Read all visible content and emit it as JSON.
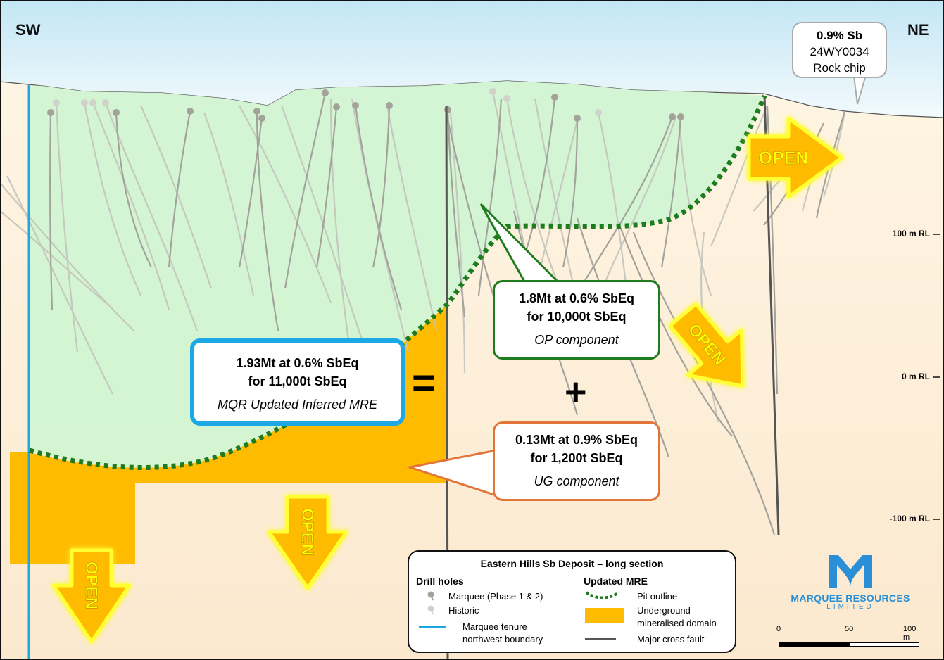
{
  "orientation": {
    "left": "SW",
    "right": "NE"
  },
  "rl_labels": [
    "100 m RL",
    "0 m RL",
    "-100 m RL"
  ],
  "rock_chip": {
    "line1": "0.9% Sb",
    "line2": "24WY0034",
    "line3": "Rock chip"
  },
  "total_callout": {
    "line1": "1.93Mt at 0.6% SbEq",
    "line2": "for 11,000t SbEq",
    "line3": "MQR Updated Inferred MRE",
    "border_color": "#1ba8e4"
  },
  "op_callout": {
    "line1": "1.8Mt at 0.6% SbEq",
    "line2": "for 10,000t SbEq",
    "line3": "OP component",
    "border_color": "#1e7b1e"
  },
  "ug_callout": {
    "line1": "0.13Mt at 0.9% SbEq",
    "line2": "for 1,200t SbEq",
    "line3": "UG component",
    "border_color": "#e2753a"
  },
  "equals_sign": "=",
  "plus_sign": "+",
  "open_label": "OPEN",
  "legend": {
    "title": "Eastern Hills Sb Deposit – long section",
    "drill_holes_heading": "Drill holes",
    "marquee_holes": "Marquee (Phase 1 & 2)",
    "historic_holes": "Historic",
    "tenure_line1": "Marquee tenure",
    "tenure_line2": "northwest boundary",
    "mre_heading": "Updated MRE",
    "pit_outline": "Pit outline",
    "underground_line1": "Underground",
    "underground_line2": "mineralised domain",
    "fault": "Major cross fault"
  },
  "logo": {
    "name": "MARQUEE RESOURCES",
    "sub": "LIMITED"
  },
  "scale_bar": {
    "labels": [
      "0",
      "50",
      "100 m"
    ]
  },
  "colors": {
    "sky": "#cfeaf5",
    "ground": "#fdf0da",
    "pit_fill": "#d4f5d4",
    "ug_domain": "#ffbb00",
    "pit_outline": "#1e7b1e",
    "tenure": "#1ba8e4",
    "fault": "#555555",
    "arrow_fill": "#ffbb00",
    "arrow_stroke": "#ffff33"
  }
}
